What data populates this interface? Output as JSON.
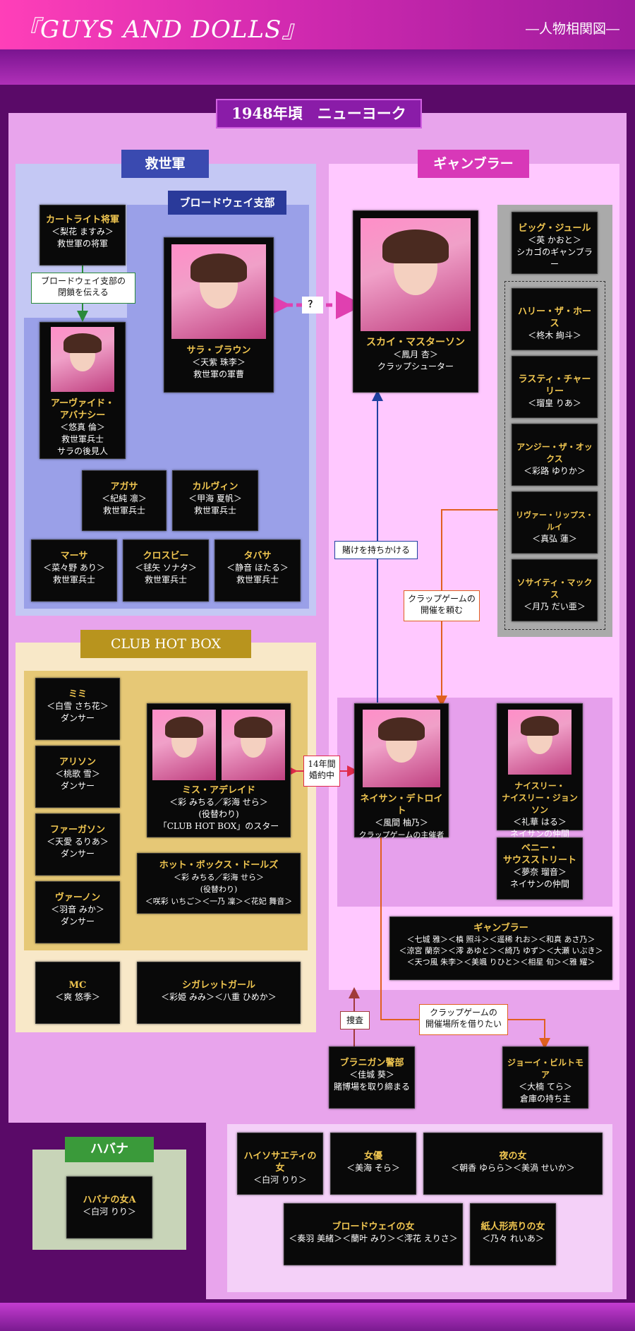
{
  "header": {
    "title": "『GUYS AND DOLLS』",
    "subtitle": "―人物相関図―"
  },
  "year_label": "1948年頃　ニューヨーク",
  "regions": {
    "salvation_army": "救世軍",
    "broadway_branch": "ブロードウェイ支部",
    "gamblers": "ギャンブラー",
    "club_hot_box": "CLUB HOT BOX",
    "havana": "ハバナ"
  },
  "notes": {
    "closure": "ブロードウェイ支部の\n閉鎖を伝える",
    "question": "？",
    "bet": "賭けを持ちかける",
    "crap_request": "クラップゲームの\n開催を頼む",
    "engaged": "14年間\n婚約中",
    "investigate": "捜査",
    "borrow_venue": "クラップゲームの\n開催場所を借りたい"
  },
  "characters": {
    "cartwright": {
      "name": "カートライト将軍",
      "actor": "＜梨花 ますみ＞",
      "role": "救世軍の将軍"
    },
    "arvide": {
      "name": "アーヴァイド・\nアバナシー",
      "actor": "＜悠真 倫＞",
      "role": "救世軍兵士\nサラの後見人"
    },
    "sarah": {
      "name": "サラ・ブラウン",
      "actor": "＜天紫 珠李＞",
      "role": "救世軍の軍曹"
    },
    "agatha": {
      "name": "アガサ",
      "actor": "＜紀純 凛＞",
      "role": "救世軍兵士"
    },
    "calvin": {
      "name": "カルヴィン",
      "actor": "＜甲海 夏帆＞",
      "role": "救世軍兵士"
    },
    "martha": {
      "name": "マーサ",
      "actor": "＜菜々野 あり＞",
      "role": "救世軍兵士"
    },
    "crosby": {
      "name": "クロスビー",
      "actor": "＜毬矢 ソナタ＞",
      "role": "救世軍兵士"
    },
    "tabasa": {
      "name": "タバサ",
      "actor": "＜静音 ほたる＞",
      "role": "救世軍兵士"
    },
    "sky": {
      "name": "スカイ・マスターソン",
      "actor": "＜鳳月 杏＞",
      "role": "クラップシューター"
    },
    "big_jule": {
      "name": "ビッグ・ジュール",
      "actor": "＜英 かおと＞",
      "role": "シカゴのギャンブラー"
    },
    "harry": {
      "name": "ハリー・ザ・ホース",
      "actor": "＜柊木 絢斗＞"
    },
    "rusty": {
      "name": "ラスティ・チャーリー",
      "actor": "＜瑠皇 りあ＞"
    },
    "angie": {
      "name": "アンジー・ザ・オックス",
      "actor": "＜彩路 ゆりか＞"
    },
    "liver": {
      "name": "リヴァー・リップス・ルイ",
      "actor": "＜真弘 蓮＞"
    },
    "society": {
      "name": "ソサイティ・マックス",
      "actor": "＜月乃 だい亜＞"
    },
    "mimi": {
      "name": "ミミ",
      "actor": "＜白雪 さち花＞",
      "role": "ダンサー"
    },
    "allison": {
      "name": "アリソン",
      "actor": "＜桃歌 雪＞",
      "role": "ダンサー"
    },
    "ferguson": {
      "name": "ファーガソン",
      "actor": "＜天愛 るりあ＞",
      "role": "ダンサー"
    },
    "vernon": {
      "name": "ヴァーノン",
      "actor": "＜羽音 みか＞",
      "role": "ダンサー"
    },
    "adelaide": {
      "name": "ミス・アデレイド",
      "actor": "＜彩 みちる／彩海 せら＞",
      "alt": "(役替わり)",
      "role": "「CLUB HOT BOX」のスター"
    },
    "hotbox_dolls": {
      "name": "ホット・ボックス・ドールズ",
      "actor": "＜彩 みちる／彩海 せら＞",
      "alt": "(役替わり)",
      "role": "＜咲彩 いちご＞＜一乃 凜＞＜花妃 舞音＞"
    },
    "mc": {
      "name": "MC",
      "actor": "＜爽 悠季＞"
    },
    "cigarette": {
      "name": "シガレットガール",
      "actor": "＜彩姫 みみ＞＜八重 ひめか＞"
    },
    "nathan": {
      "name": "ネイサン・デトロイト",
      "actor": "＜風間 柚乃＞",
      "role": "クラップゲームの主催者"
    },
    "nicely": {
      "name": "ナイスリー・\nナイスリー・ジョンソン",
      "actor": "＜礼華 はる＞",
      "role": "ネイサンの仲間"
    },
    "benny": {
      "name": "ベニー・\nサウスストリート",
      "actor": "＜夢奈 瑠音＞",
      "role": "ネイサンの仲間"
    },
    "gamblers_group": {
      "name": "ギャンブラー",
      "actor": "＜七城 雅＞＜槙 照斗＞＜遥稀 れお＞＜和真 あさ乃＞\n＜涼宮 蘭奈＞＜澪 あゆと＞＜綺乃 ゆず＞＜大瀬 いぶき＞\n＜天つ風 朱李＞＜美颯 りひと＞＜相星 旬＞＜雅 耀＞"
    },
    "brannigan": {
      "name": "ブラニガン警部",
      "actor": "＜佳城 葵＞",
      "role": "賭博場を取り締まる"
    },
    "joey": {
      "name": "ジョーイ・ビルトモア",
      "actor": "＜大楠 てら＞",
      "role": "倉庫の持ち主"
    },
    "havana_woman": {
      "name": "ハバナの女A",
      "actor": "＜白河 りり＞"
    },
    "high_society": {
      "name": "ハイソサエティの女",
      "actor": "＜白河 りり＞"
    },
    "actress": {
      "name": "女優",
      "actor": "＜美海 そら＞"
    },
    "night_woman": {
      "name": "夜の女",
      "actor": "＜朝香 ゆらら＞＜美渦 せいか＞"
    },
    "broadway_woman": {
      "name": "ブロードウェイの女",
      "actor": "＜奏羽 美緒＞＜蘭叶 みり＞＜澪花 えりさ＞"
    },
    "paper_doll": {
      "name": "紙人形売りの女",
      "actor": "＜乃々 れいあ＞"
    }
  },
  "colors": {
    "salvation": "#c4c8f4",
    "broadway": "#9aa0e8",
    "gamblers": "#ffc8ff",
    "gray": "#aaaaaa",
    "hotbox_outer": "#f8e8c8",
    "hotbox_inner": "#e6c876",
    "nathan_area": "#e6a0ec",
    "havana": "#c8d4b8",
    "gold": "#f0c650"
  }
}
